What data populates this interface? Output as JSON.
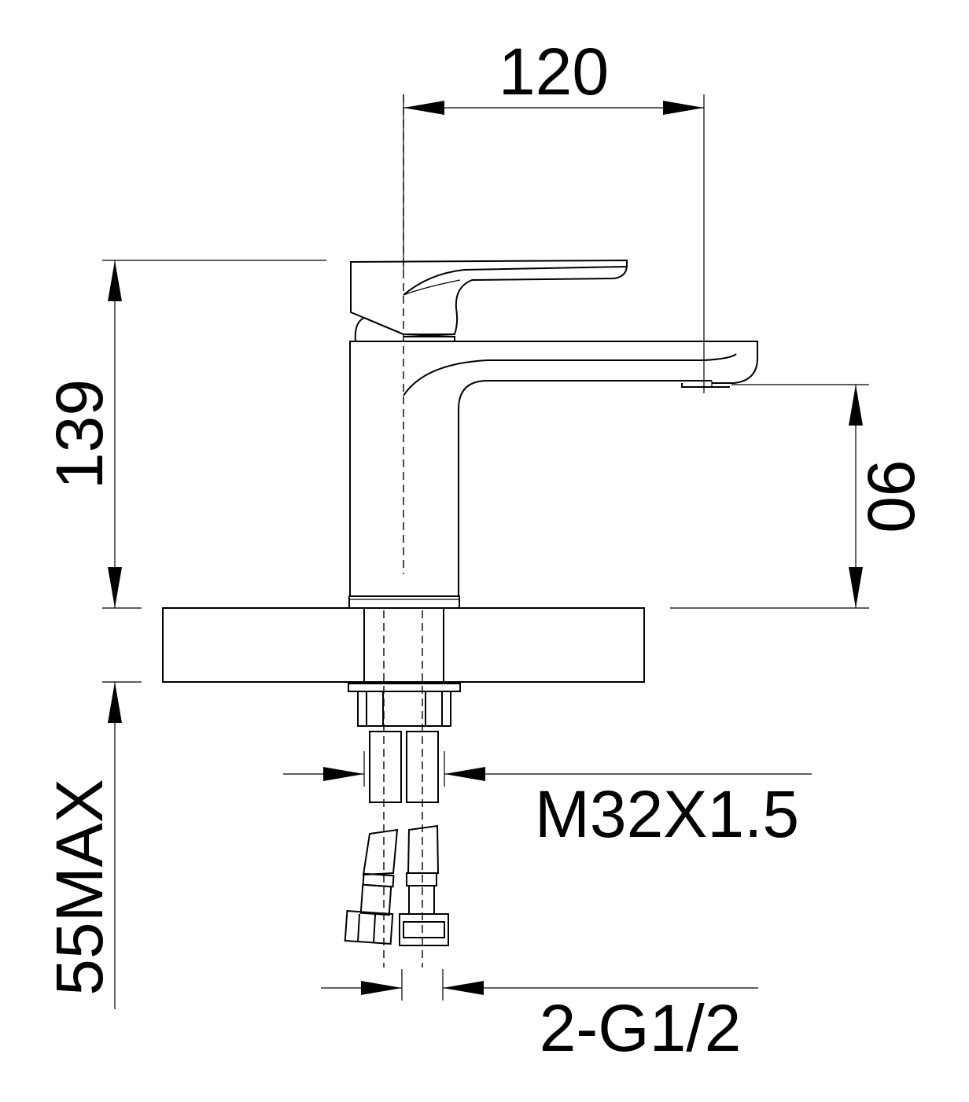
{
  "dimensions": {
    "width_top": "120",
    "total_height": "139",
    "spout_height": "90",
    "max_counter_thickness": "55MAX",
    "thread": "M32X1.5",
    "hose_connection": "2-G1/2"
  },
  "colors": {
    "line": "#000000",
    "background": "#ffffff"
  }
}
